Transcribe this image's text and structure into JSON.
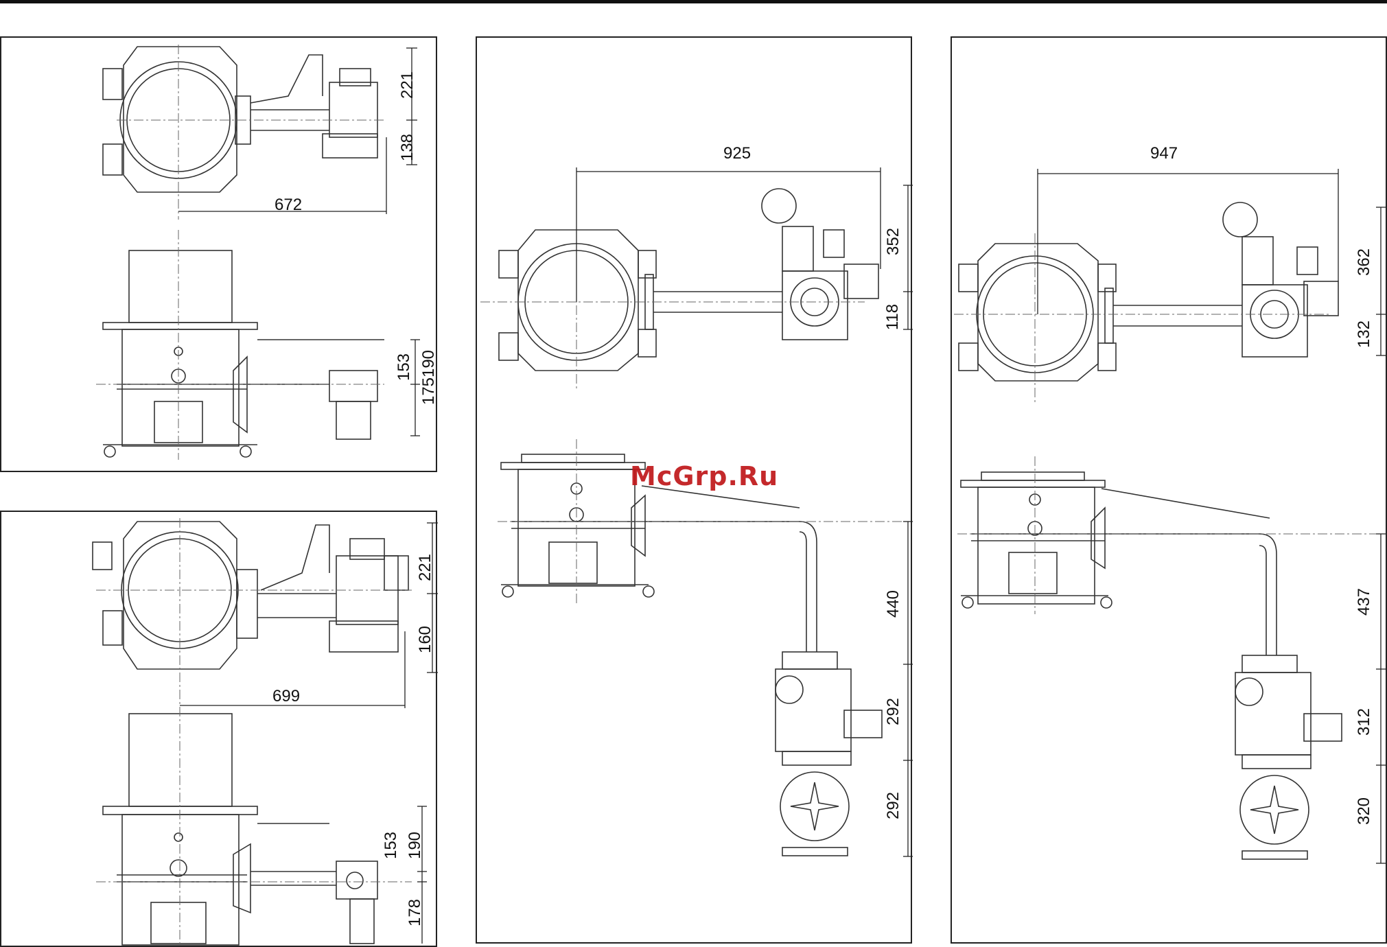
{
  "watermark": "McGrp.Ru",
  "panel_a": {
    "dim_width": "672",
    "dim_upper": "221",
    "dim_lower": "138",
    "dim_side_inner": "153",
    "dim_side_outer": "190",
    "dim_side_bottom": "175"
  },
  "panel_b": {
    "dim_width": "699",
    "dim_upper": "221",
    "dim_lower": "160",
    "dim_side_inner": "153",
    "dim_side_outer": "190",
    "dim_side_bottom": "178"
  },
  "panel_c": {
    "dim_width": "925",
    "dim_upper": "352",
    "dim_lower": "118",
    "dim_vert_1": "440",
    "dim_vert_2": "292",
    "dim_vert_3": "292"
  },
  "panel_d": {
    "dim_width": "947",
    "dim_upper": "362",
    "dim_lower": "132",
    "dim_vert_1": "437",
    "dim_vert_2": "312",
    "dim_vert_3": "320"
  }
}
